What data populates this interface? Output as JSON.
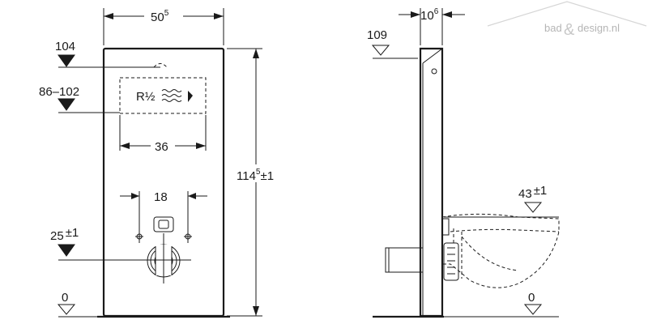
{
  "front_view": {
    "width_label": {
      "main": "50",
      "sup": "5"
    },
    "height_label": {
      "main": "114",
      "sup": "5",
      "tol": "±1"
    },
    "level_104": "104",
    "level_86_102": "86–102",
    "connection_label": "R½",
    "width_36": "36",
    "width_18": "18",
    "level_25": {
      "main": "25",
      "tol": "±1"
    },
    "level_0": "0"
  },
  "side_view": {
    "depth_label": {
      "main": "10",
      "sup": "6"
    },
    "level_109": "109",
    "level_43": {
      "main": "43",
      "tol": "±1"
    },
    "level_0": "0"
  },
  "watermark": {
    "text_left": "bad",
    "text_amp": "&",
    "text_right": "design.nl"
  }
}
